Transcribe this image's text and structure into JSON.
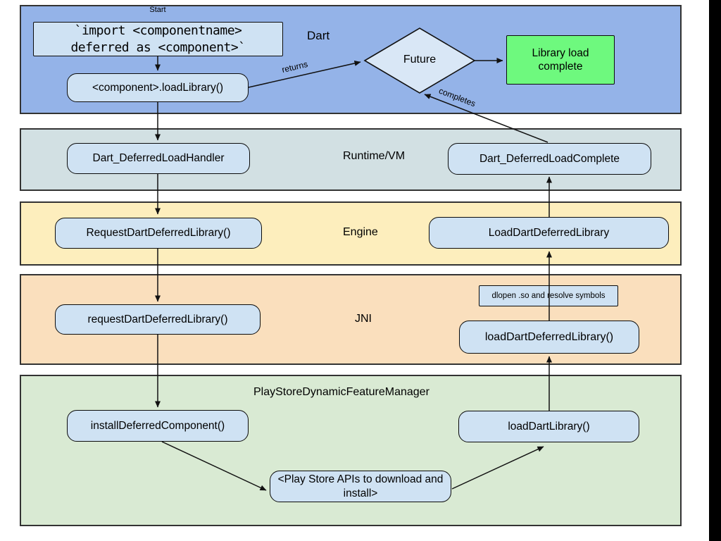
{
  "layers": [
    {
      "label": "Dart",
      "fill": "#94b3e8"
    },
    {
      "label": "Runtime/VM",
      "fill": "#d2e0e3"
    },
    {
      "label": "Engine",
      "fill": "#fdeebd"
    },
    {
      "label": "JNI",
      "fill": "#fadfbd"
    },
    {
      "label": "PlayStoreDynamicFeatureManager",
      "fill": "#d9ead3"
    }
  ],
  "nodes": {
    "start_label": "Start",
    "import_line1": "`import <componentname>",
    "import_line2": "deferred as <component>`",
    "load_library": "<component>.loadLibrary()",
    "future_diamond": "Future",
    "library_load_complete": "Library load complete",
    "dart_deferred_load_handler": "Dart_DeferredLoadHandler",
    "dart_deferred_load_complete": "Dart_DeferredLoadComplete",
    "request_dart_deferred_library_engine": "RequestDartDeferredLibrary()",
    "load_dart_deferred_library_engine": "LoadDartDeferredLibrary",
    "request_dart_deferred_library_jni": "requestDartDeferredLibrary()",
    "dlopen_note": "dlopen .so and resolve symbols",
    "load_dart_deferred_library_jni": "loadDartDeferredLibrary()",
    "install_deferred_component": "installDeferredComponent()",
    "load_dart_library": "loadDartLibrary()",
    "play_store_apis": "<Play Store APIs to download and install>"
  },
  "edge_labels": {
    "returns": "returns",
    "completes": "completes"
  },
  "colors": {
    "node_fill": "#cfe2f3",
    "diamond_fill": "#d9e7f6",
    "success_fill": "#6ef97e",
    "arrow_color": "#111111",
    "layer_border": "#333333"
  }
}
